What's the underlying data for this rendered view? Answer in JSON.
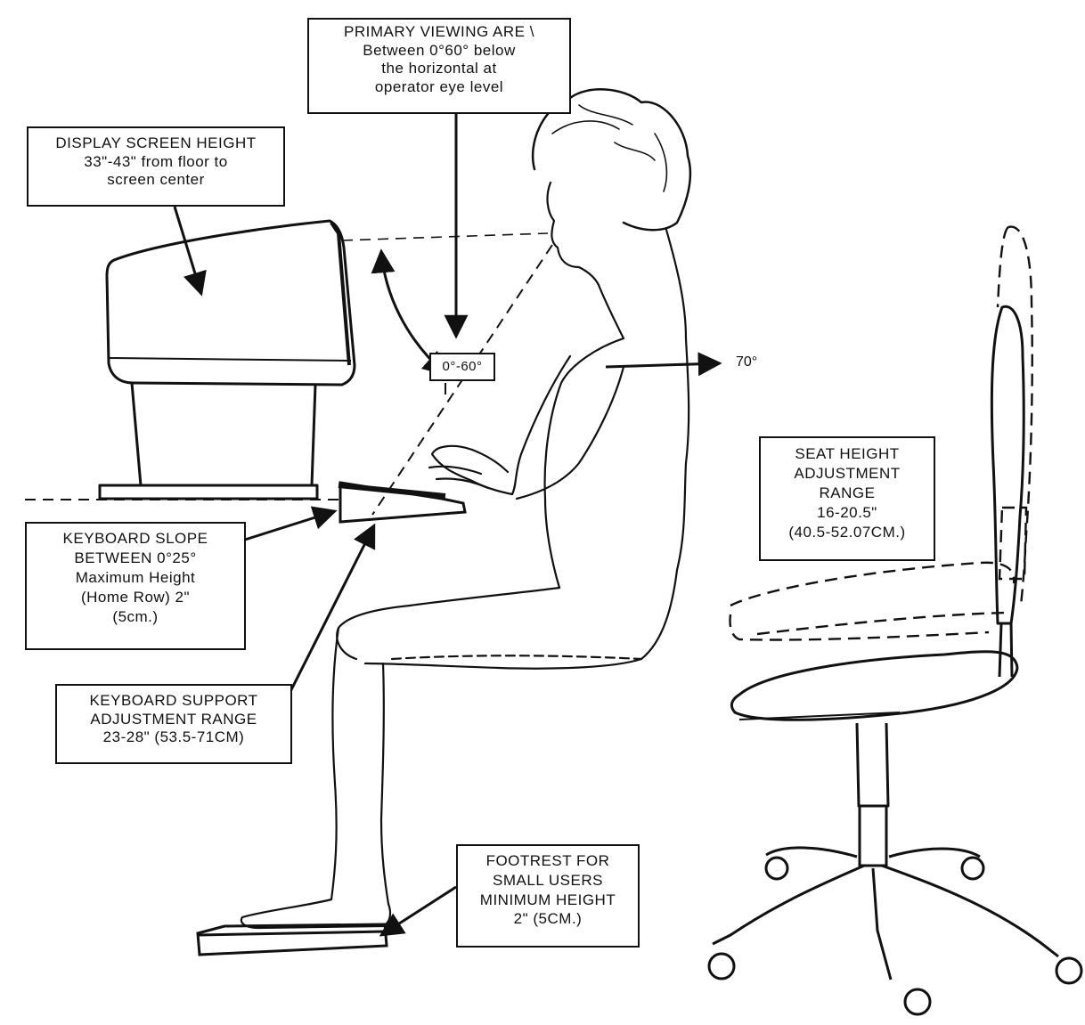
{
  "labels": {
    "primary_viewing": {
      "line1": "PRIMARY VIEWING ARE \\",
      "line2": "Between 0°60° below",
      "line3": "the horizontal at",
      "line4": "operator eye level"
    },
    "display_height": {
      "line1": "DISPLAY SCREEN HEIGHT",
      "line2": "33\"-43\" from floor to",
      "line3": "screen center"
    },
    "angle_range": "0°-60°",
    "arm_angle": "70°",
    "seat_height": {
      "line1": "SEAT HEIGHT",
      "line2": "ADJUSTMENT",
      "line3": "RANGE",
      "line4": "16-20.5\"",
      "line5": "(40.5-52.07CM.)"
    },
    "keyboard_slope": {
      "line1": "KEYBOARD SLOPE",
      "line2": "BETWEEN 0°25°",
      "line3": "Maximum Height",
      "line4": "(Home Row) 2\"",
      "line5": "(5cm.)"
    },
    "keyboard_support": {
      "line1": "KEYBOARD SUPPORT",
      "line2": "ADJUSTMENT RANGE",
      "line3": "23-28\" (53.5-71CM)"
    },
    "footrest": {
      "line1": "FOOTREST FOR",
      "line2": "SMALL USERS",
      "line3": "MINIMUM HEIGHT",
      "line4": "2\" (5CM.)"
    }
  },
  "colors": {
    "ink": "#111111",
    "paper": "#ffffff"
  }
}
